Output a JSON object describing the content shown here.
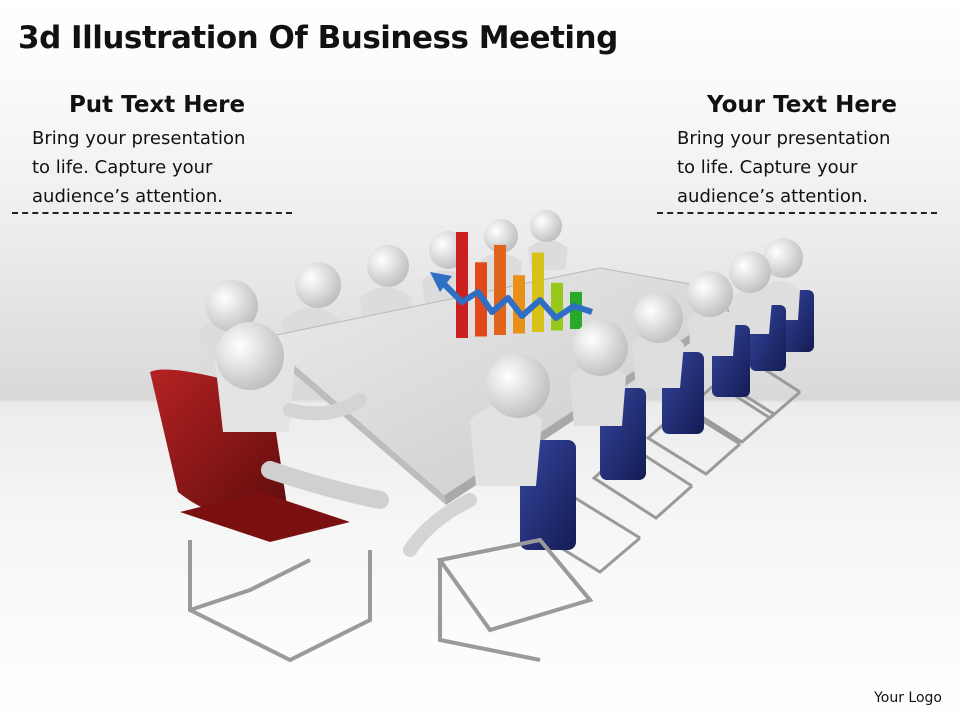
{
  "title": "3d Illustration Of Business Meeting",
  "left_block": {
    "heading": "Put Text Here",
    "body": "Bring your presentation\nto life. Capture your\naudience’s attention."
  },
  "right_block": {
    "heading": "Your Text Here",
    "body": "Bring your presentation\nto life. Capture your\naudience’s attention."
  },
  "logo": "Your Logo",
  "colors": {
    "red_chair": "#8a1414",
    "blue_chair": "#1e2a6e",
    "table": "#d8d8d8",
    "figure": "#eeeeee",
    "arrow": "#2e6fc4"
  },
  "chart_bars": [
    {
      "color": "#cc2020",
      "level": 1.0
    },
    {
      "color": "#e04a1a",
      "level": 0.7
    },
    {
      "color": "#e0641a",
      "level": 0.85
    },
    {
      "color": "#e8901a",
      "level": 0.55
    },
    {
      "color": "#d8c21a",
      "level": 0.75
    },
    {
      "color": "#98c81a",
      "level": 0.45
    },
    {
      "color": "#2aa82a",
      "level": 0.35
    }
  ]
}
